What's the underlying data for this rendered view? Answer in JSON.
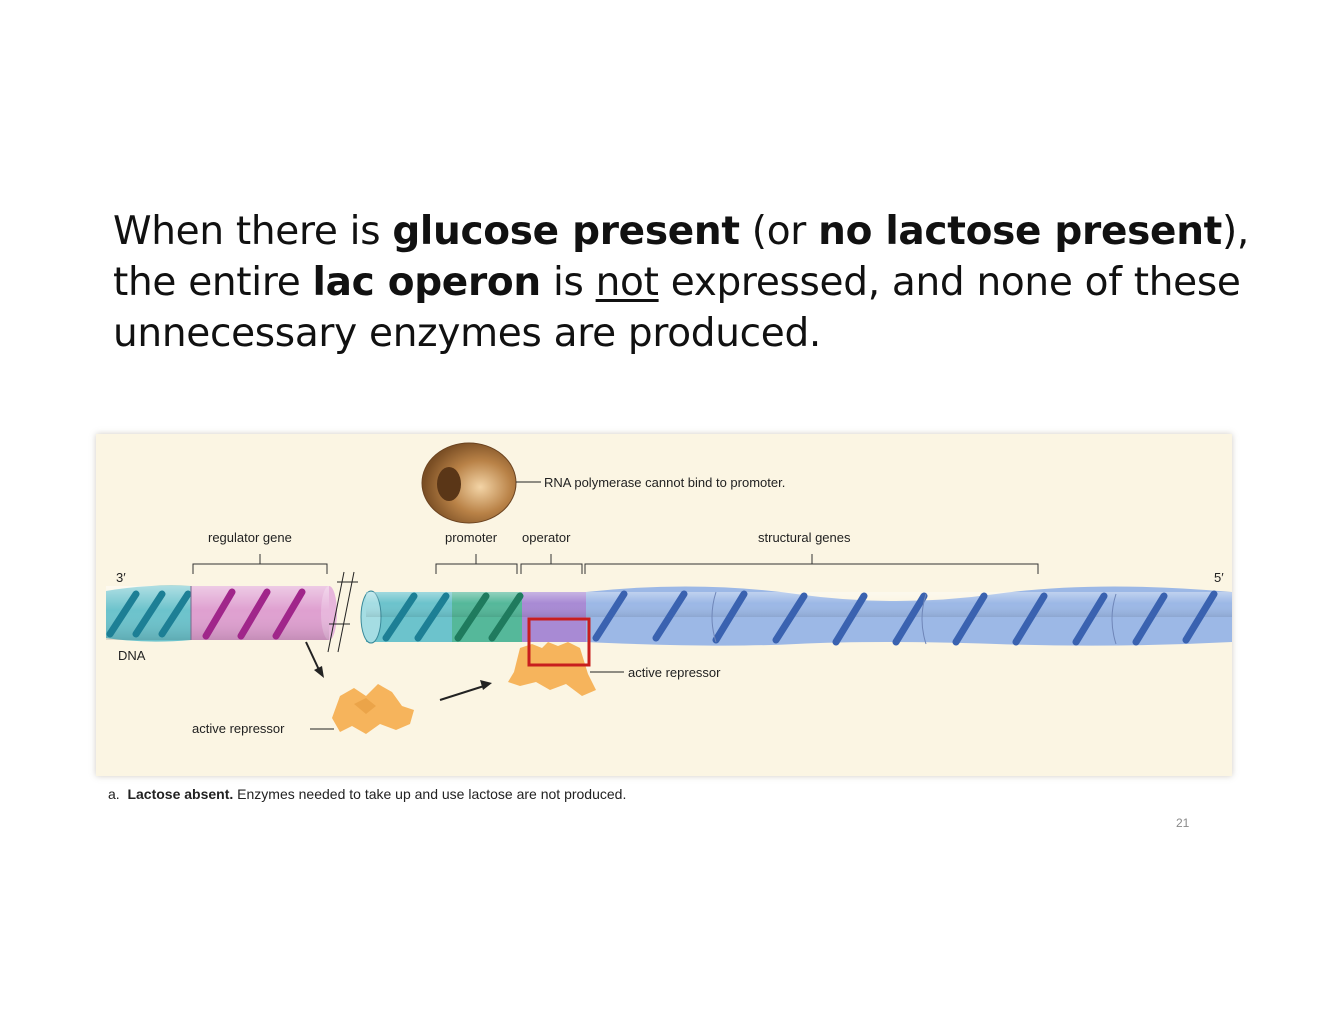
{
  "slide": {
    "body_parts": {
      "t1": "When there is ",
      "b1": "glucose present",
      "t2": " (or ",
      "b2": "no lactose present",
      "t3": "), the entire ",
      "b3": "lac operon",
      "t4": " is ",
      "u1": "not",
      "t5": " expressed, and none of these unnecessary enzymes are produced."
    },
    "page_number": "21"
  },
  "figure": {
    "labels": {
      "rna_polymerase_note": "RNA polymerase cannot bind to promoter.",
      "regulator_gene": "regulator gene",
      "promoter": "promoter",
      "operator": "operator",
      "structural_genes": "structural genes",
      "three_prime": "3′",
      "five_prime": "5′",
      "dna": "DNA",
      "active_repressor_bound": "active repressor",
      "active_repressor_free": "active repressor"
    },
    "caption": {
      "letter": "a.",
      "bold": "Lactose absent.",
      "rest": " Enzymes needed to take up and use lactose are not produced."
    },
    "colors": {
      "teal_dna": "#5fb8c4",
      "regulator_pink": "#d988c4",
      "promoter_green": "#4fae92",
      "operator_purple": "#9a7ac8",
      "structural_blue": "#8eaee0",
      "ribbon_blue": "#3a62b0",
      "repressor_orange": "#f6b45c",
      "highlight_red": "#c81e1e",
      "rna_pol_brown": "#9a6a3a"
    }
  }
}
